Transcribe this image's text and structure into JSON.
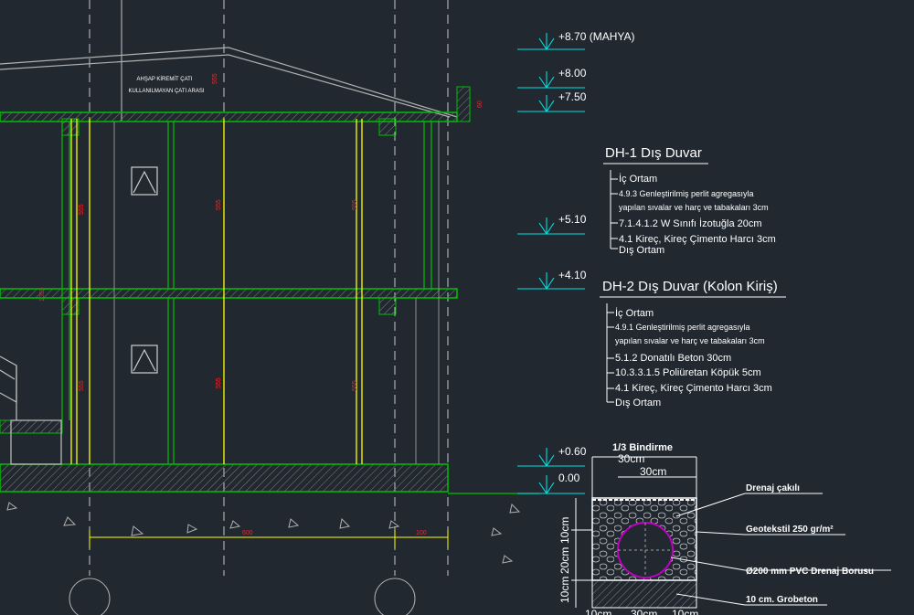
{
  "roof_labels": {
    "line1": "AHŞAP KİREMİT ÇATI",
    "line2": "KULLANILMAYAN ÇATI ARASI"
  },
  "levels": [
    {
      "label": "+8.70 (MAHYA)"
    },
    {
      "label": "+8.00"
    },
    {
      "label": "+7.50"
    },
    {
      "label": "+5.10"
    },
    {
      "label": "+4.10"
    },
    {
      "label": "+0.60"
    },
    {
      "label": "0.00"
    }
  ],
  "dh1": {
    "title": "DH-1 Dış Duvar",
    "lines": [
      "İç Ortam",
      "4.9.3 Genleştirilmiş perlit agregasıyla",
      "yapılan sıvalar ve harç ve tabakaları 3cm",
      "7.1.4.1.2 W Sınıfı İzotuğla 20cm",
      "4.1 Kireç, Kireç Çimento Harcı 3cm",
      "Dış Ortam"
    ]
  },
  "dh2": {
    "title": "DH-2 Dış Duvar (Kolon Kiriş)",
    "lines": [
      "İç Ortam",
      "4.9.1 Genleştirilmiş perlit agregasıyla",
      "yapılan sıvalar ve harç ve tabakaları 3cm",
      "5.1.2 Donatılı Beton 30cm",
      "10.3.3.1.5 Poliüretan Köpük 5cm",
      "4.1 Kireç, Kireç Çimento Harcı 3cm",
      "Dış Ortam"
    ]
  },
  "drain": {
    "title": "1/3 Bindirme",
    "dim_top1": "30cm",
    "dim_top2": "30cm",
    "left_dims": [
      "10cm",
      "20cm",
      "10cm"
    ],
    "bottom_dims": [
      "10cm",
      "30cm",
      "10cm"
    ],
    "callouts": [
      "Drenaj çakılı",
      "Geotekstil 250 gr/m²",
      "Ø200 mm PVC Drenaj Borusu",
      "10 cm. Grobeton"
    ]
  },
  "dims": {
    "d600": "600",
    "d100": "100",
    "d60": "60",
    "d100b": "100",
    "vdims": [
      "555",
      "555",
      "555",
      "555",
      "555",
      "555",
      "555",
      "1055"
    ]
  },
  "colors": {
    "bg": "#212830",
    "yellow": "#ffff00",
    "green": "#00c000",
    "red": "#ff2020",
    "cyan": "#00e0e0",
    "white": "#ffffff",
    "grey": "#a0a0a0"
  }
}
